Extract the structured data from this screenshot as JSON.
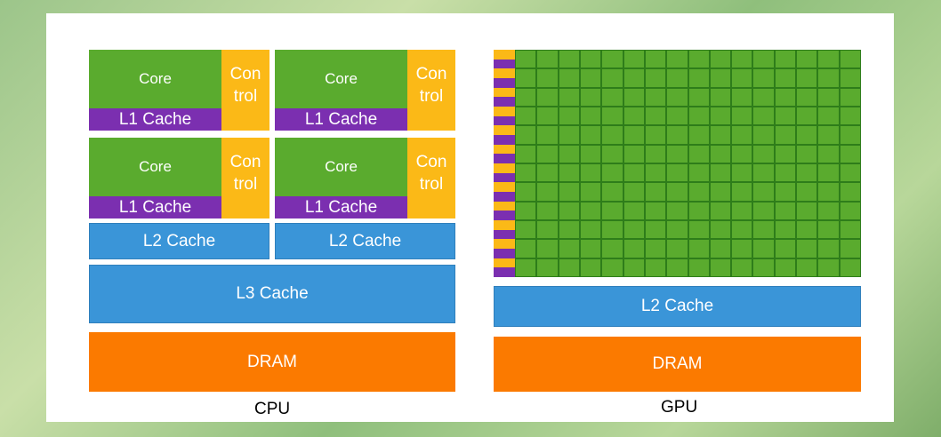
{
  "cpu": {
    "caption": "CPU",
    "cores": [
      {
        "core": "Core",
        "control_1": "Con",
        "control_2": "trol",
        "l1": "L1 Cache"
      },
      {
        "core": "Core",
        "control_1": "Con",
        "control_2": "trol",
        "l1": "L1 Cache"
      },
      {
        "core": "Core",
        "control_1": "Con",
        "control_2": "trol",
        "l1": "L1 Cache"
      },
      {
        "core": "Core",
        "control_1": "Con",
        "control_2": "trol",
        "l1": "L1 Cache"
      }
    ],
    "l2": [
      "L2 Cache",
      "L2 Cache"
    ],
    "l3": "L3 Cache",
    "dram": "DRAM"
  },
  "gpu": {
    "caption": "GPU",
    "grid_columns": 16,
    "grid_rows": 12,
    "l2": "L2 Cache",
    "dram": "DRAM"
  },
  "colors": {
    "core": "#5aab2e",
    "control": "#fbb917",
    "l1_cache": "#7b2fb0",
    "cache": "#3a95d8",
    "dram": "#fb7a00"
  }
}
